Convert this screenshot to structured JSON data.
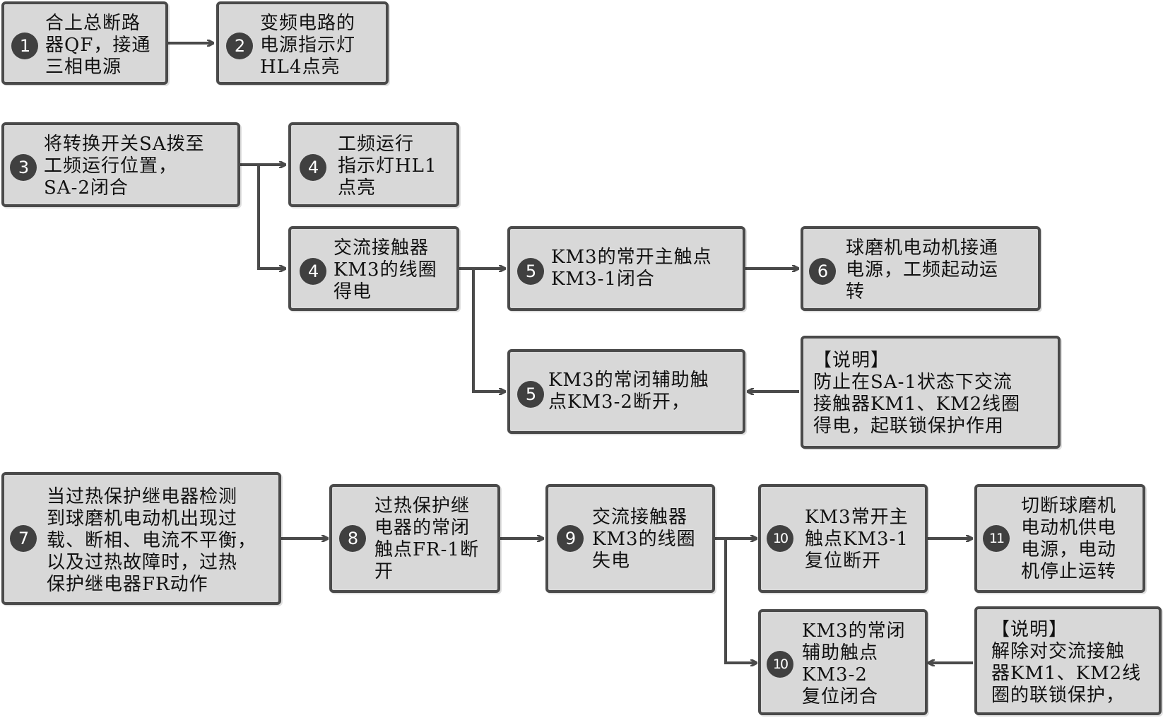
{
  "nodes": {
    "n1": {
      "num": "1",
      "text": "合上总断路\n器QF，接通\n三相电源"
    },
    "n2": {
      "num": "2",
      "text": "变频电路的\n电源指示灯\nHL4点亮"
    },
    "n3": {
      "num": "3",
      "text": "将转换开关SA拨至\n工频运行位置，\nSA-2闭合"
    },
    "n4a": {
      "num": "4",
      "text": "工频运行\n指示灯HL1\n点亮"
    },
    "n4b": {
      "num": "4",
      "text": "交流接触器\nKM3的线圈\n得电"
    },
    "n5a": {
      "num": "5",
      "text": "KM3的常开主触点\nKM3-1闭合"
    },
    "n6": {
      "num": "6",
      "text": "球磨机电动机接通\n电源，工频起动运\n转"
    },
    "n5b": {
      "num": "5",
      "text": "KM3的常闭辅助触\n点KM3-2断开，"
    },
    "note1": {
      "text": "【说明】\n防止在SA-1状态下交流\n接触器KM1、KM2线圈\n得电，起联锁保护作用"
    },
    "n7": {
      "num": "7",
      "text": "当过热保护继电器检测\n到球磨机电动机出现过\n载、断相、电流不平衡，\n以及过热故障时，过热\n保护继电器FR动作"
    },
    "n8": {
      "num": "8",
      "text": "过热保护继\n电器的常闭\n触点FR-1断\n开"
    },
    "n9": {
      "num": "9",
      "text": "交流接触器\nKM3的线圈\n失电"
    },
    "n10a": {
      "num": "10",
      "text": "KM3常开主\n触点KM3-1\n复位断开"
    },
    "n11": {
      "num": "11",
      "text": "切断球磨机\n电动机供电\n电源，电动\n机停止运转"
    },
    "n10b": {
      "num": "10",
      "text": "KM3的常闭\n辅助触点\nKM3-2\n复位闭合"
    },
    "note2": {
      "text": "【说明】\n解除对交流接触\n器KM1、KM2线\n圈的联锁保护，"
    }
  }
}
